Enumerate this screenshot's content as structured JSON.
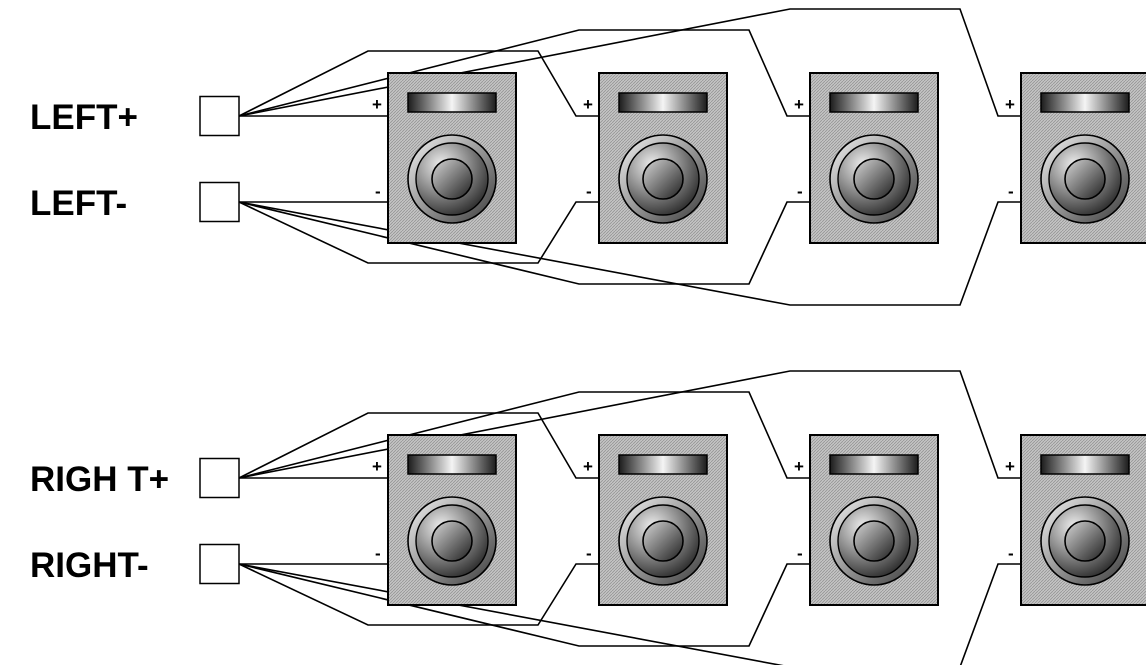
{
  "groups": [
    {
      "id": "left",
      "plus_label": "LEFT+",
      "minus_label": "LEFT-",
      "speaker_count": 4,
      "plus_sign": "+",
      "minus_sign": "-"
    },
    {
      "id": "right",
      "plus_label": "RIGH T+",
      "minus_label": "RIGHT-",
      "speaker_count": 4,
      "plus_sign": "+",
      "minus_sign": "-"
    }
  ],
  "colors": {
    "cabinet": "#b8b8b8",
    "outline": "#000000",
    "background": "#ffffff"
  },
  "icons": [
    "speaker-icon",
    "terminal-box"
  ]
}
